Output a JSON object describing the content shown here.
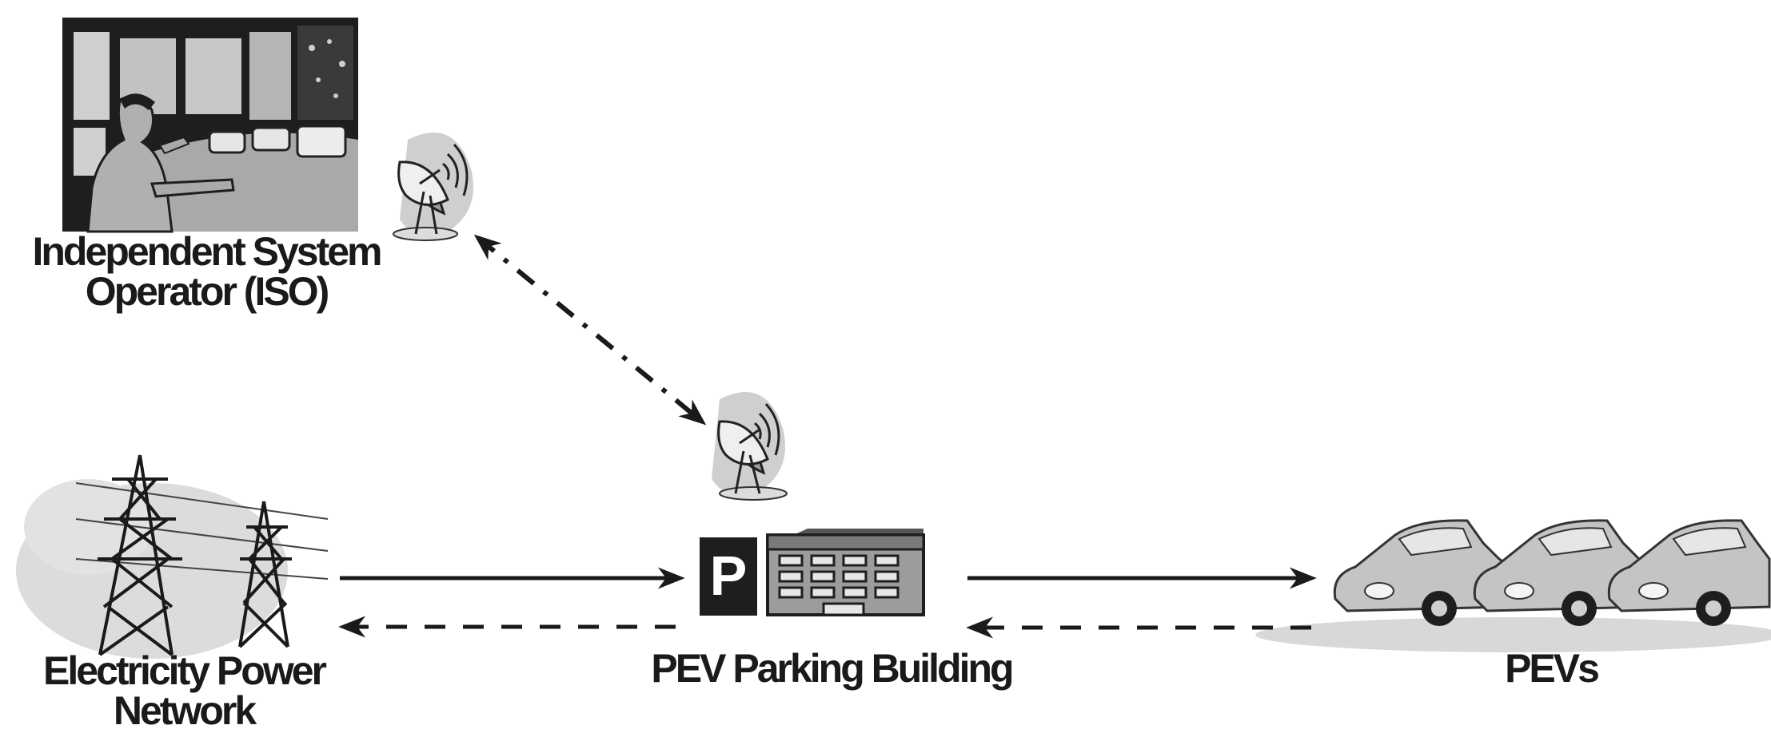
{
  "labels": {
    "iso_line1": "Independent System",
    "iso_line2": "Operator (ISO)",
    "parking": "PEV Parking Building",
    "grid_line1": "Electricity Power",
    "grid_line2": "Network",
    "pevs": "PEVs"
  },
  "parking_sign": "P",
  "colors": {
    "arrow": "#1a1a1a",
    "icon_fill": "#b8b8b8",
    "icon_dark": "#333333",
    "background": "#ffffff"
  }
}
